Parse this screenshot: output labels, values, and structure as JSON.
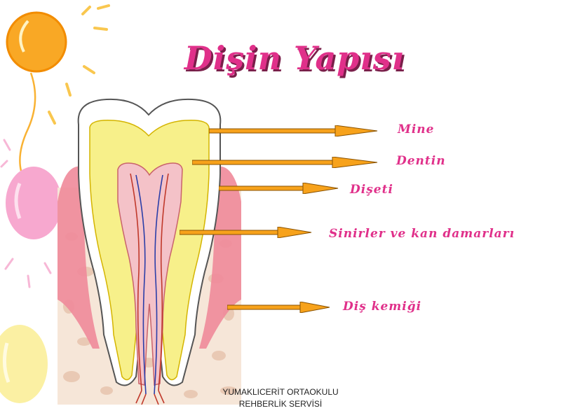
{
  "slide": {
    "title": "Dişin Yapısı"
  },
  "labels": {
    "mine": "Mine",
    "dentin": "Dentin",
    "diseti": "Dişeti",
    "sinirler": "Sinirler ve kan damarları",
    "kemik": "Diş kemiği"
  },
  "footer": {
    "line1": "YUMAKLICERİT ORTAOKULU",
    "line2": "REHBERLİK SERVİSİ"
  },
  "colors": {
    "title": "#e0308a",
    "label": "#e0308a",
    "arrow": "#f7a21b",
    "enamel": "#ffffff",
    "dentin": "#f7f08a",
    "pulp": "#f4c2c8",
    "gum": "#f08a9a",
    "bone": "#f6e6d8"
  }
}
